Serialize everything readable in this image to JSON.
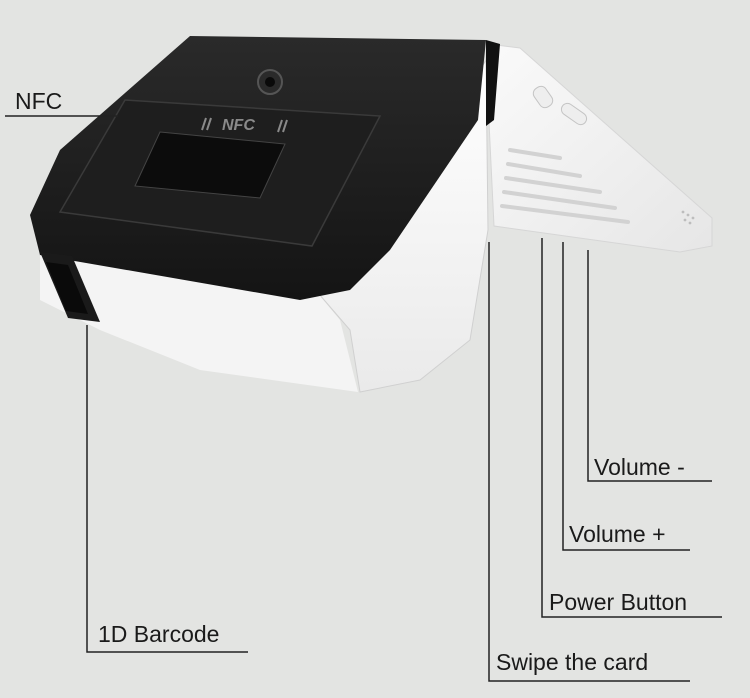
{
  "labels": {
    "nfc": "NFC",
    "barcode": "1D Barcode",
    "volume_minus": "Volume -",
    "volume_plus": "Volume +",
    "power_button": "Power Button",
    "swipe_card": "Swipe the card"
  },
  "device": {
    "nfc_mark": "NFC"
  },
  "colors": {
    "background": "#e3e4e2",
    "device_black": "#1c1c1c",
    "device_white": "#f6f6f6",
    "leader_line": "#222222"
  }
}
